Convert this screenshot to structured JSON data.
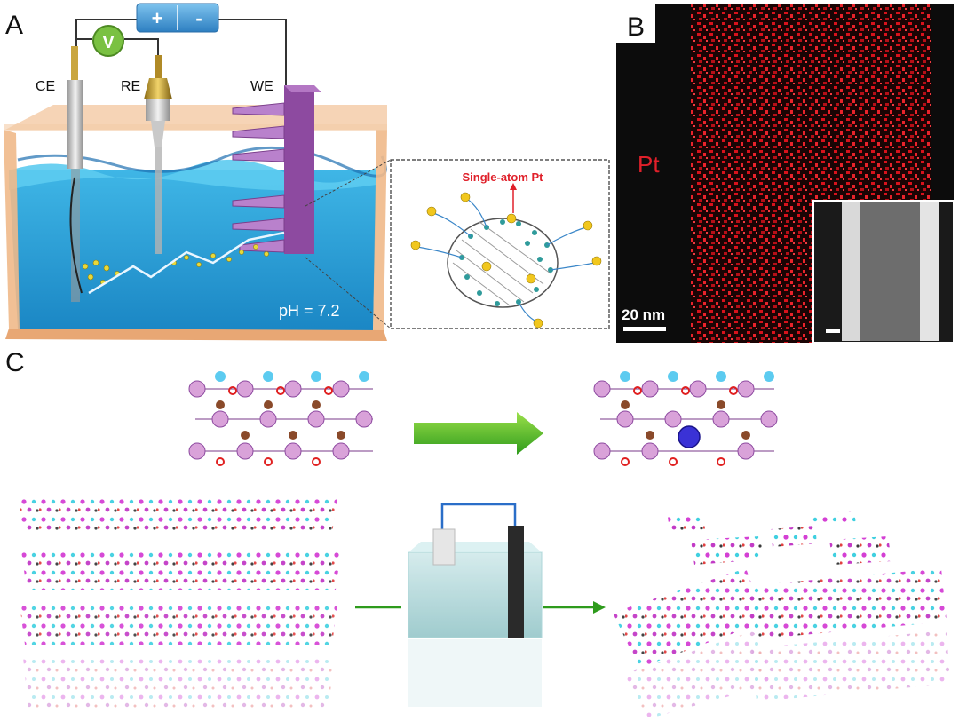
{
  "panels": {
    "a": {
      "letter": "A",
      "electrodes": {
        "ce": "CE",
        "re": "RE",
        "we": "WE"
      },
      "voltmeter": "V",
      "power_supply": {
        "plus": "+",
        "minus": "-"
      },
      "ph_label": "pH = 7.2",
      "inset_label": "Single-atom Pt"
    },
    "b": {
      "letter": "B",
      "element_label": "Pt",
      "scale_bar": "20 nm",
      "colors": {
        "map": "#e01a22",
        "background": "#0c0c0c"
      }
    },
    "c": {
      "letter": "C"
    }
  }
}
